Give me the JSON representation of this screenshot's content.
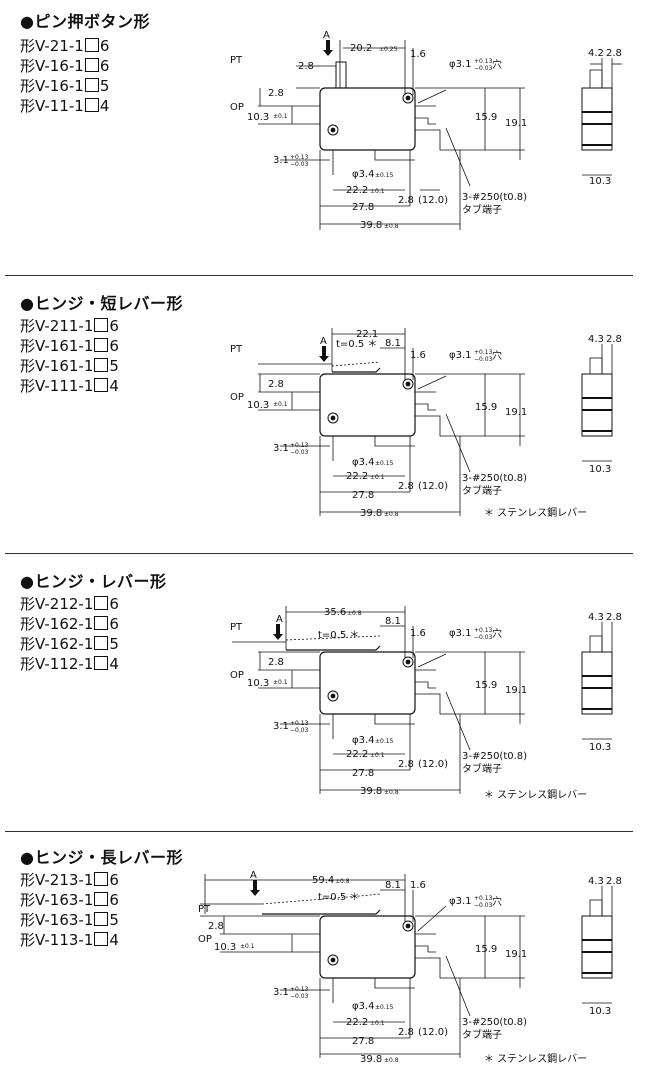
{
  "sections": [
    {
      "title": "●ピン押ボタン形",
      "models": [
        {
          "prefix": "形V-21-1",
          "suffix": "6"
        },
        {
          "prefix": "形V-16-1",
          "suffix": "6"
        },
        {
          "prefix": "形V-16-1",
          "suffix": "5"
        },
        {
          "prefix": "形V-11-1",
          "suffix": "4"
        }
      ],
      "dims": {
        "top": "20.2",
        "top_tol": "±0.25",
        "pt": "PT",
        "op": "OP",
        "a": "A",
        "d28": "2.8",
        "d103": "10.3",
        "d103_tol": "±0.1",
        "d16": "1.6",
        "hole": "φ3.1",
        "hole_tol_up": "+0.13",
        "hole_tol_dn": "−0.03",
        "hole_suffix": "穴",
        "d159": "15.9",
        "d191": "19.1",
        "d31": "3.1",
        "d31_tol_up": "+0.13",
        "d31_tol_dn": "−0.03",
        "phi34": "φ3.4",
        "phi34_tol": "±0.15",
        "d222": "22.2",
        "d222_tol": "±0.1",
        "d28b": "2.8",
        "d120": "(12.0)",
        "d278": "27.8",
        "d398": "39.8",
        "d398_tol": "±0.8",
        "term1": "3-#250(t0.8)",
        "term2": "タブ端子",
        "side1": "4.2",
        "side2": "2.8",
        "side3": "10.3"
      }
    },
    {
      "title": "●ヒンジ・短レバー形",
      "models": [
        {
          "prefix": "形V-211-1",
          "suffix": "6"
        },
        {
          "prefix": "形V-161-1",
          "suffix": "6"
        },
        {
          "prefix": "形V-161-1",
          "suffix": "5"
        },
        {
          "prefix": "形V-111-1",
          "suffix": "4"
        }
      ],
      "dims": {
        "top": "22.1",
        "top_tol": "",
        "pt": "PT",
        "op": "OP",
        "a": "A",
        "lever": "t=0.5 ＊",
        "d81": "8.1",
        "d28": "2.8",
        "d103": "10.3",
        "d103_tol": "±0.1",
        "d16": "1.6",
        "hole": "φ3.1",
        "hole_tol_up": "+0.13",
        "hole_tol_dn": "−0.03",
        "hole_suffix": "穴",
        "d159": "15.9",
        "d191": "19.1",
        "d31": "3.1",
        "d31_tol_up": "+0.13",
        "d31_tol_dn": "−0.03",
        "phi34": "φ3.4",
        "phi34_tol": "±0.15",
        "d222": "22.2",
        "d222_tol": "±0.1",
        "d28b": "2.8",
        "d120": "(12.0)",
        "d278": "27.8",
        "d398": "39.8",
        "d398_tol": "±0.8",
        "term1": "3-#250(t0.8)",
        "term2": "タブ端子",
        "note": "＊ ステンレス鋼レバー",
        "side1": "4.3",
        "side2": "2.8",
        "side3": "10.3"
      }
    },
    {
      "title": "●ヒンジ・レバー形",
      "models": [
        {
          "prefix": "形V-212-1",
          "suffix": "6"
        },
        {
          "prefix": "形V-162-1",
          "suffix": "6"
        },
        {
          "prefix": "形V-162-1",
          "suffix": "5"
        },
        {
          "prefix": "形V-112-1",
          "suffix": "4"
        }
      ],
      "dims": {
        "top": "35.6",
        "top_tol": "±0.8",
        "pt": "PT",
        "op": "OP",
        "a": "A",
        "lever": "t=0.5 ＊",
        "d81": "8.1",
        "d28": "2.8",
        "d103": "10.3",
        "d103_tol": "±0.1",
        "d16": "1.6",
        "hole": "φ3.1",
        "hole_tol_up": "+0.13",
        "hole_tol_dn": "−0.03",
        "hole_suffix": "穴",
        "d159": "15.9",
        "d191": "19.1",
        "d31": "3.1",
        "d31_tol_up": "+0.13",
        "d31_tol_dn": "−0.03",
        "phi34": "φ3.4",
        "phi34_tol": "±0.15",
        "d222": "22.2",
        "d222_tol": "±0.1",
        "d28b": "2.8",
        "d120": "(12.0)",
        "d278": "27.8",
        "d398": "39.8",
        "d398_tol": "±0.8",
        "term1": "3-#250(t0.8)",
        "term2": "タブ端子",
        "note": "＊ ステンレス鋼レバー",
        "side1": "4.3",
        "side2": "2.8",
        "side3": "10.3"
      }
    },
    {
      "title": "●ヒンジ・長レバー形",
      "models": [
        {
          "prefix": "形V-213-1",
          "suffix": "6"
        },
        {
          "prefix": "形V-163-1",
          "suffix": "6"
        },
        {
          "prefix": "形V-163-1",
          "suffix": "5"
        },
        {
          "prefix": "形V-113-1",
          "suffix": "4"
        }
      ],
      "dims": {
        "top": "59.4",
        "top_tol": "±0.8",
        "pt": "PT",
        "op": "OP",
        "a": "A",
        "lever": "t=0.5 ＊",
        "d81": "8.1",
        "d28": "2.8",
        "d103": "10.3",
        "d103_tol": "±0.1",
        "d16": "1.6",
        "hole": "φ3.1",
        "hole_tol_up": "+0.13",
        "hole_tol_dn": "−0.03",
        "hole_suffix": "穴",
        "d159": "15.9",
        "d191": "19.1",
        "d31": "3.1",
        "d31_tol_up": "+0.13",
        "d31_tol_dn": "−0.03",
        "phi34": "φ3.4",
        "phi34_tol": "±0.15",
        "d222": "22.2",
        "d222_tol": "±0.1",
        "d28b": "2.8",
        "d120": "(12.0)",
        "d278": "27.8",
        "d398": "39.8",
        "d398_tol": "±0.8",
        "term1": "3-#250(t0.8)",
        "term2": "タブ端子",
        "note": "＊ ステンレス鋼レバー",
        "side1": "4.3",
        "side2": "2.8",
        "side3": "10.3"
      }
    }
  ]
}
